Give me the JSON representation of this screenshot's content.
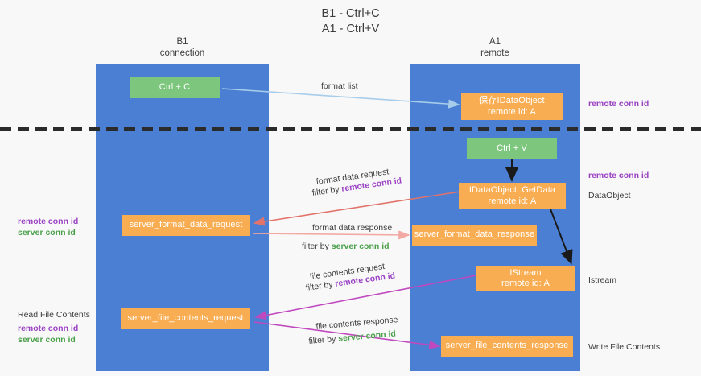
{
  "title": "B1 - Ctrl+C\nA1 - Ctrl+V",
  "columns": {
    "left": {
      "label": "B1\nconnection",
      "color": "#4a7fd4"
    },
    "right": {
      "label": "A1\nremote",
      "color": "#4a7fd4"
    }
  },
  "nodes": {
    "ctrl_c": {
      "label": "Ctrl + C",
      "color": "#7dc67d"
    },
    "ctrl_v": {
      "label": "Ctrl + V",
      "color": "#7dc67d"
    },
    "save_dataobject": {
      "label": "保存IDataObject\nremote id: A",
      "color": "#f9ad52"
    },
    "getdata": {
      "label": "IDataObject::GetData\nremote id: A",
      "color": "#f9ad52"
    },
    "server_format_data_request": {
      "label": "server_format_data_request",
      "color": "#f9ad52"
    },
    "server_format_data_response": {
      "label": "server_format_data_response",
      "color": "#f9ad52"
    },
    "istream": {
      "label": "IStream\nremote id: A",
      "color": "#f9ad52"
    },
    "server_file_contents_request": {
      "label": "server_file_contents_request",
      "color": "#f9ad52"
    },
    "server_file_contents_response": {
      "label": "server_file_contents_response",
      "color": "#f9ad52"
    }
  },
  "edges": {
    "format_list": {
      "label": "format list",
      "color": "#a8cdea"
    },
    "format_data_request": {
      "line1": "format data request",
      "prefix": "filter by ",
      "highlight": "remote conn id",
      "color": "#e2736b"
    },
    "format_data_response": {
      "line1": "format data response",
      "prefix": "filter by ",
      "highlight": "server conn id",
      "color": "#f2a9a4"
    },
    "file_contents_request": {
      "line1": "file contents request",
      "prefix": "filter by ",
      "highlight": "remote conn id",
      "color": "#c049c0"
    },
    "file_contents_response": {
      "line1": "file contents response",
      "prefix": "filter by ",
      "highlight": "server conn id",
      "color": "#c049c0"
    }
  },
  "annotations": {
    "left_mid": {
      "purple": "remote conn id",
      "green": "server conn id"
    },
    "left_bottom_title": "Read File Contents",
    "left_bottom": {
      "purple": "remote conn id",
      "green": "server conn id"
    },
    "right_top": "remote conn id",
    "right_dataobject_conn": "remote conn id",
    "right_dataobject": "DataObject",
    "right_istream": "Istream",
    "right_write": "Write File Contents"
  },
  "colors": {
    "column_blue": "#4a7fd4",
    "node_orange": "#f9ad52",
    "node_green": "#7dc67d",
    "purple_text": "#9b42c4",
    "green_text": "#4aa04a",
    "divider": "#2b2b2b",
    "background": "#f8f8f8"
  }
}
